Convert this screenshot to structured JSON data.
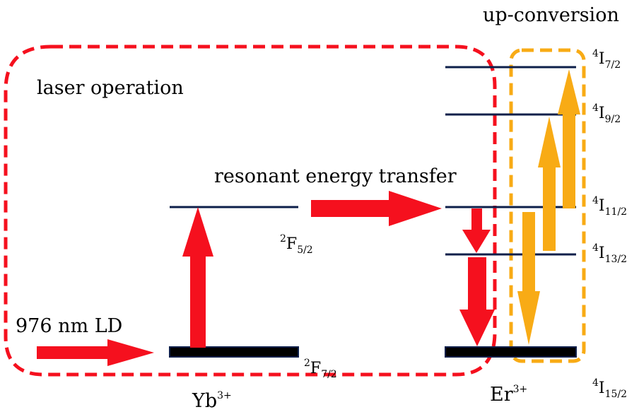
{
  "labels": {
    "up_conversion": "up-conversion",
    "laser_operation": "laser operation",
    "resonant_transfer": "resonant energy transfer",
    "pump": "976 nm LD",
    "yb_ion": "Yb",
    "yb_charge": "3+",
    "er_ion": "Er",
    "er_charge": "3+"
  },
  "yb_levels": [
    {
      "sup": "2",
      "main": "F",
      "sub": "5/2"
    },
    {
      "sup": "2",
      "main": "F",
      "sub": "7/2"
    }
  ],
  "er_levels": [
    {
      "sup": "4",
      "main": "I",
      "sub": "7/2"
    },
    {
      "sup": "4",
      "main": "I",
      "sub": "9/2"
    },
    {
      "sup": "4",
      "main": "I",
      "sub": "11/2"
    },
    {
      "sup": "4",
      "main": "I",
      "sub": "13/2"
    },
    {
      "sup": "4",
      "main": "I",
      "sub": "15/2"
    }
  ],
  "colors": {
    "red": "#f5101e",
    "orange": "#f8ab15",
    "level_line": "#0d1f4a",
    "ground_fill": "#000000"
  }
}
